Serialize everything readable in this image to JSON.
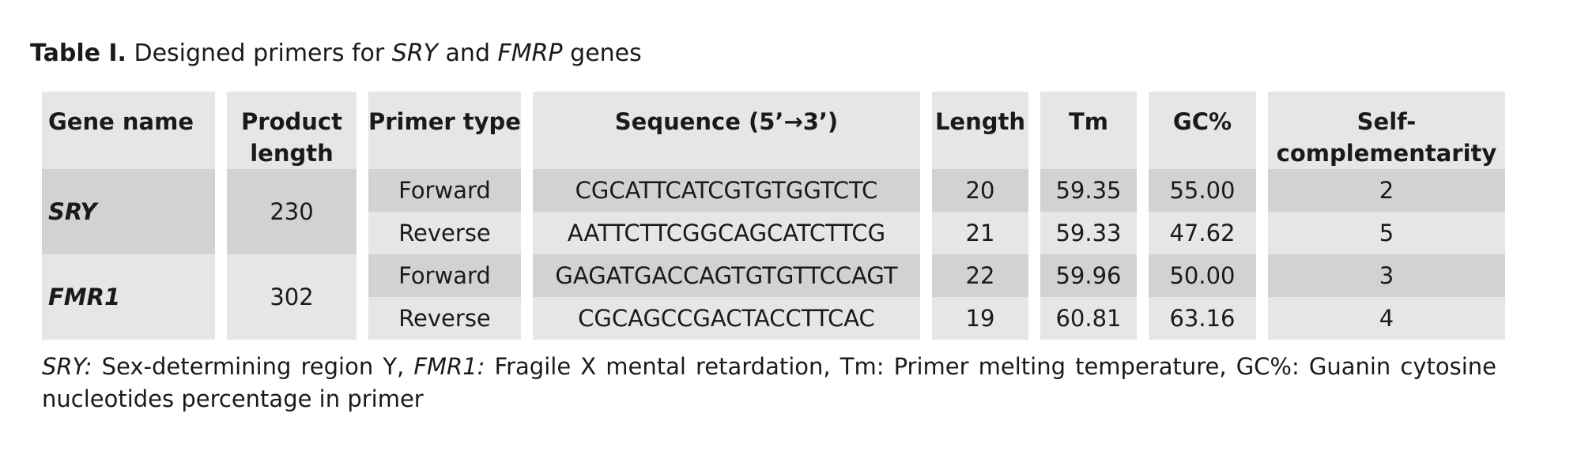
{
  "caption": {
    "label": "Table I.",
    "text_1": " Designed primers for ",
    "gene_1": "SRY",
    "text_2": " and ",
    "gene_2": "FMRP",
    "text_3": " genes"
  },
  "table": {
    "headers": {
      "gene_name": "Gene name",
      "product_length_line1": "Product",
      "product_length_line2": "length",
      "primer_type": "Primer type",
      "sequence": "Sequence (5’→3’)",
      "length": "Length",
      "tm": "Tm",
      "gc": "GC%",
      "self_comp_line1": "Self-",
      "self_comp_line2": "complementarity"
    },
    "genes": [
      {
        "name": "SRY",
        "product_length": "230",
        "primers": [
          {
            "type": "Forward",
            "sequence": "CGCATTCATCGTGTGGTCTC",
            "length": "20",
            "tm": "59.35",
            "gc": "55.00",
            "self_comp": "2"
          },
          {
            "type": "Reverse",
            "sequence": "AATTCTTCGGCAGCATCTTCG",
            "length": "21",
            "tm": "59.33",
            "gc": "47.62",
            "self_comp": "5"
          }
        ]
      },
      {
        "name": "FMR1",
        "product_length": "302",
        "primers": [
          {
            "type": "Forward",
            "sequence": "GAGATGACCAGTGTGTTCCAGT",
            "length": "22",
            "tm": "59.96",
            "gc": "50.00",
            "self_comp": "3"
          },
          {
            "type": "Reverse",
            "sequence": "CGCAGCCGACTACCTTCAC",
            "length": "19",
            "tm": "60.81",
            "gc": "63.16",
            "self_comp": "4"
          }
        ]
      }
    ]
  },
  "footnote": {
    "abbr_1": "SRY:",
    "def_1": " Sex-determining region Y, ",
    "abbr_2": "FMR1:",
    "def_2": " Fragile X mental retardation, Tm: Primer melting temperature, GC%: Guanin cytosine nucleotides percentage in primer"
  }
}
